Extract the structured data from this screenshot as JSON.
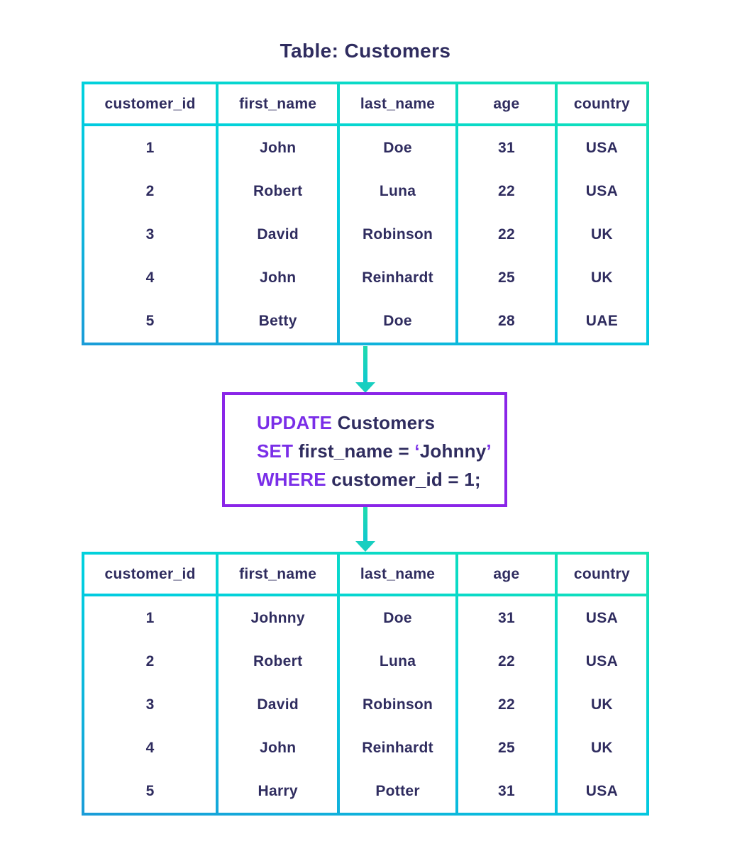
{
  "title": "Table: Customers",
  "colors": {
    "text": "#2f2c5f",
    "keyword": "#7a2ee8",
    "sql_border": "#8a25e8",
    "table_gradient_start": "#14e4b0",
    "table_gradient_mid": "#00cfe0",
    "table_gradient_end": "#1b9cd8",
    "arrow": "#17cfc0",
    "background": "#ffffff"
  },
  "tables": {
    "before": {
      "columns": [
        "customer_id",
        "first_name",
        "last_name",
        "age",
        "country"
      ],
      "rows": [
        [
          "1",
          "John",
          "Doe",
          "31",
          "USA"
        ],
        [
          "2",
          "Robert",
          "Luna",
          "22",
          "USA"
        ],
        [
          "3",
          "David",
          "Robinson",
          "22",
          "UK"
        ],
        [
          "4",
          "John",
          "Reinhardt",
          "25",
          "UK"
        ],
        [
          "5",
          "Betty",
          "Doe",
          "28",
          "UAE"
        ]
      ]
    },
    "after": {
      "columns": [
        "customer_id",
        "first_name",
        "last_name",
        "age",
        "country"
      ],
      "rows": [
        [
          "1",
          "Johnny",
          "Doe",
          "31",
          "USA"
        ],
        [
          "2",
          "Robert",
          "Luna",
          "22",
          "USA"
        ],
        [
          "3",
          "David",
          "Robinson",
          "22",
          "UK"
        ],
        [
          "4",
          "John",
          "Reinhardt",
          "25",
          "UK"
        ],
        [
          "5",
          "Harry",
          "Potter",
          "31",
          "USA"
        ]
      ]
    }
  },
  "sql": {
    "lines": [
      {
        "tokens": [
          {
            "text": "UPDATE",
            "type": "keyword"
          },
          {
            "text": " Customers",
            "type": "plain"
          }
        ]
      },
      {
        "tokens": [
          {
            "text": "SET",
            "type": "keyword"
          },
          {
            "text": " first_name = ",
            "type": "plain"
          },
          {
            "text": "‘",
            "type": "keyword"
          },
          {
            "text": "Johnny",
            "type": "plain"
          },
          {
            "text": "’",
            "type": "keyword"
          }
        ]
      },
      {
        "tokens": [
          {
            "text": "WHERE",
            "type": "keyword"
          },
          {
            "text": " customer_id = 1;",
            "type": "plain"
          }
        ]
      }
    ]
  }
}
